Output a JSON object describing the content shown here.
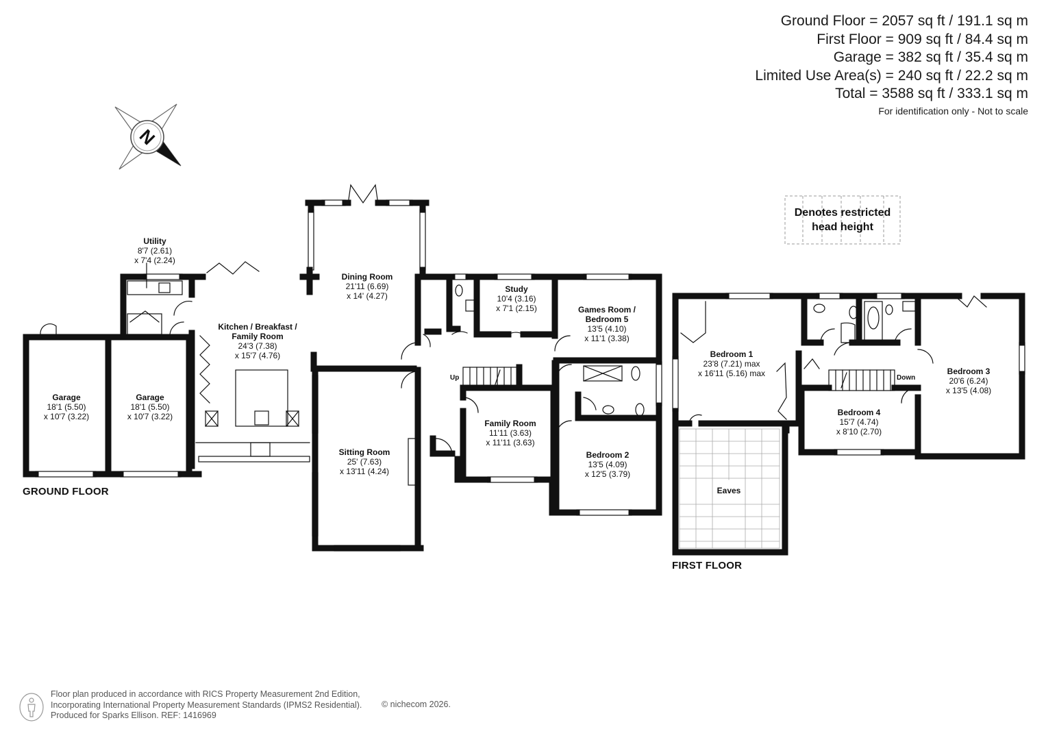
{
  "areas": {
    "ground_floor": "Ground Floor = 2057 sq ft / 191.1 sq m",
    "first_floor": "First Floor = 909 sq ft / 84.4 sq m",
    "garage": "Garage = 382 sq ft / 35.4 sq m",
    "limited_use": "Limited Use Area(s) = 240 sq ft / 22.2 sq m",
    "total": "Total = 3588 sq ft / 333.1 sq m",
    "note": "For identification only - Not to scale"
  },
  "legend": {
    "line1": "Denotes restricted",
    "line2": "head height"
  },
  "compass": {
    "letter": "N"
  },
  "floors": {
    "ground": "GROUND FLOOR",
    "first": "FIRST FLOOR"
  },
  "rooms": {
    "utility": {
      "name": "Utility",
      "dim1": "8'7 (2.61)",
      "dim2": "x 7'4 (2.24)"
    },
    "kitchen": {
      "name1": "Kitchen / Breakfast /",
      "name2": "Family Room",
      "dim1": "24'3 (7.38)",
      "dim2": "x 15'7 (4.76)"
    },
    "dining": {
      "name": "Dining Room",
      "dim1": "21'11 (6.69)",
      "dim2": "x 14' (4.27)"
    },
    "study": {
      "name": "Study",
      "dim1": "10'4 (3.16)",
      "dim2": "x 7'1 (2.15)"
    },
    "games": {
      "name1": "Games Room /",
      "name2": "Bedroom 5",
      "dim1": "13'5 (4.10)",
      "dim2": "x 11'1 (3.38)"
    },
    "garage1": {
      "name": "Garage",
      "dim1": "18'1 (5.50)",
      "dim2": "x 10'7 (3.22)"
    },
    "garage2": {
      "name": "Garage",
      "dim1": "18'1 (5.50)",
      "dim2": "x 10'7 (3.22)"
    },
    "family": {
      "name": "Family Room",
      "dim1": "11'11 (3.63)",
      "dim2": "x 11'11 (3.63)"
    },
    "sitting": {
      "name": "Sitting Room",
      "dim1": "25' (7.63)",
      "dim2": "x 13'11 (4.24)"
    },
    "bedroom2": {
      "name": "Bedroom 2",
      "dim1": "13'5 (4.09)",
      "dim2": "x 12'5 (3.79)"
    },
    "bedroom1": {
      "name": "Bedroom 1",
      "dim1": "23'8 (7.21) max",
      "dim2": "x 16'11 (5.16) max"
    },
    "bedroom3": {
      "name": "Bedroom 3",
      "dim1": "20'6 (6.24)",
      "dim2": "x 13'5 (4.08)"
    },
    "bedroom4": {
      "name": "Bedroom 4",
      "dim1": "15'7 (4.74)",
      "dim2": "x 8'10 (2.70)"
    },
    "eaves": {
      "name": "Eaves"
    }
  },
  "stairs": {
    "up": "Up",
    "down": "Down"
  },
  "footer": {
    "line1": "Floor plan produced in accordance with RICS Property Measurement 2nd Edition,",
    "line2": "Incorporating International Property Measurement Standards (IPMS2 Residential).",
    "line3": "Produced for Sparks Ellison.   REF: 1416969",
    "brand": "© nichecom 2026."
  }
}
